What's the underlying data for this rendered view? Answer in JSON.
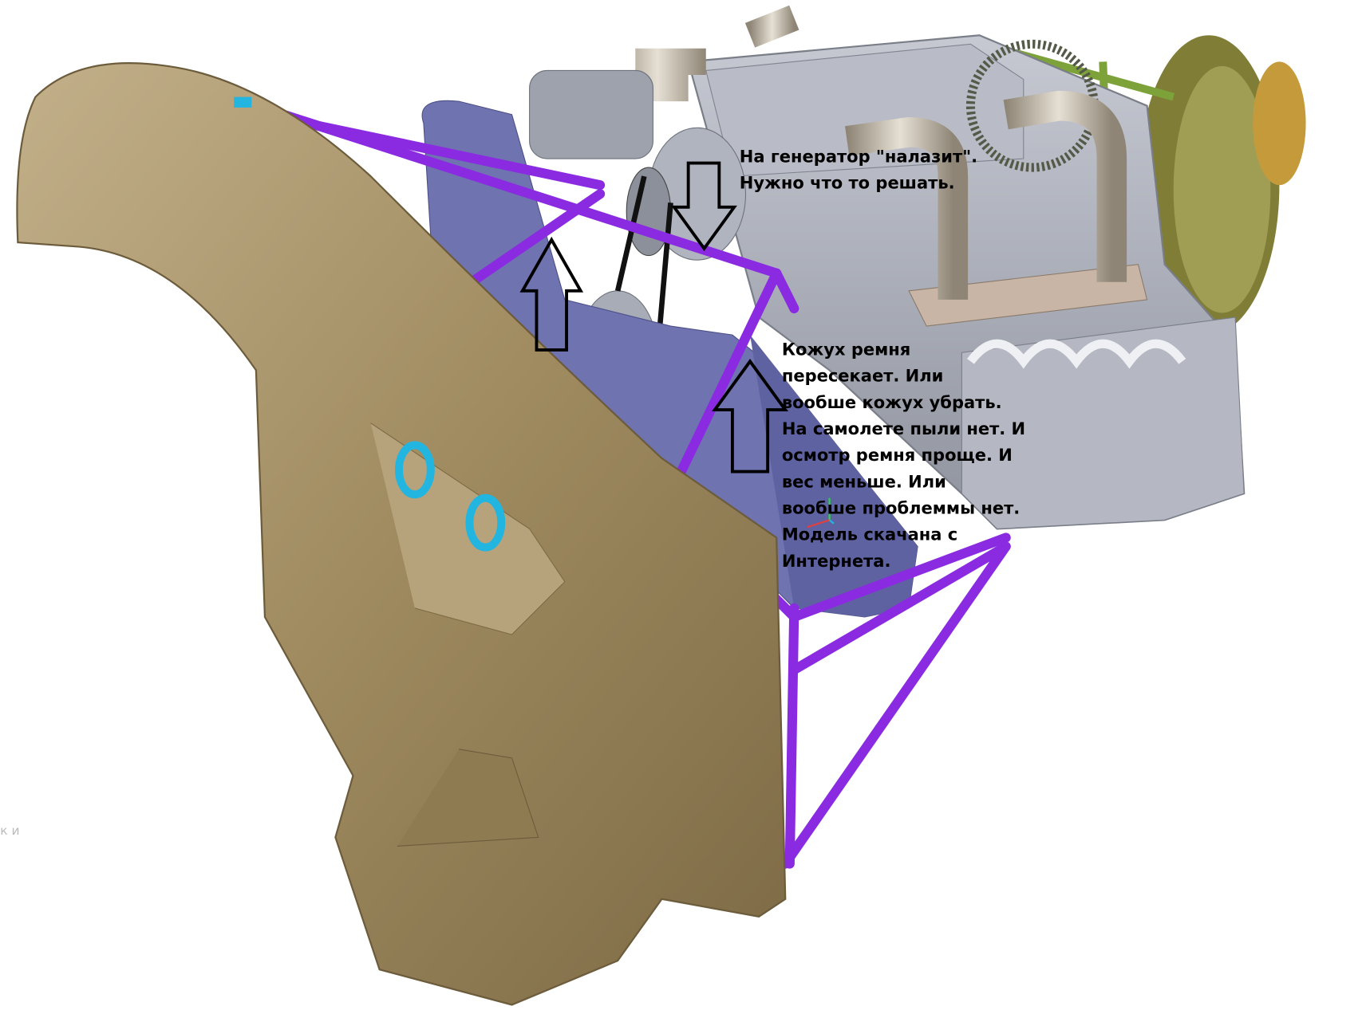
{
  "annotations": {
    "generator": {
      "lines": [
        "На генератор \"налазит\".",
        "Нужно что то решать."
      ]
    },
    "belt_cover": {
      "lines": [
        "Кожух ремня",
        "пересекает.  Или",
        "вообше кожух убрать.",
        "На самолете пыли нет. И",
        "осмотр ремня проще. И",
        "вес меньше. Или",
        "вообше проблеммы нет.",
        "Модель скачана с",
        "Интернета."
      ]
    }
  },
  "edge_fragment": "к и",
  "colors": {
    "cover": "#a89570",
    "belt_cover": "#6f73b0",
    "engine": "#a9adb8",
    "frame": "#8a2be2",
    "gearbox": "#8b8a3a",
    "mount_rings": "#22b5e0"
  }
}
